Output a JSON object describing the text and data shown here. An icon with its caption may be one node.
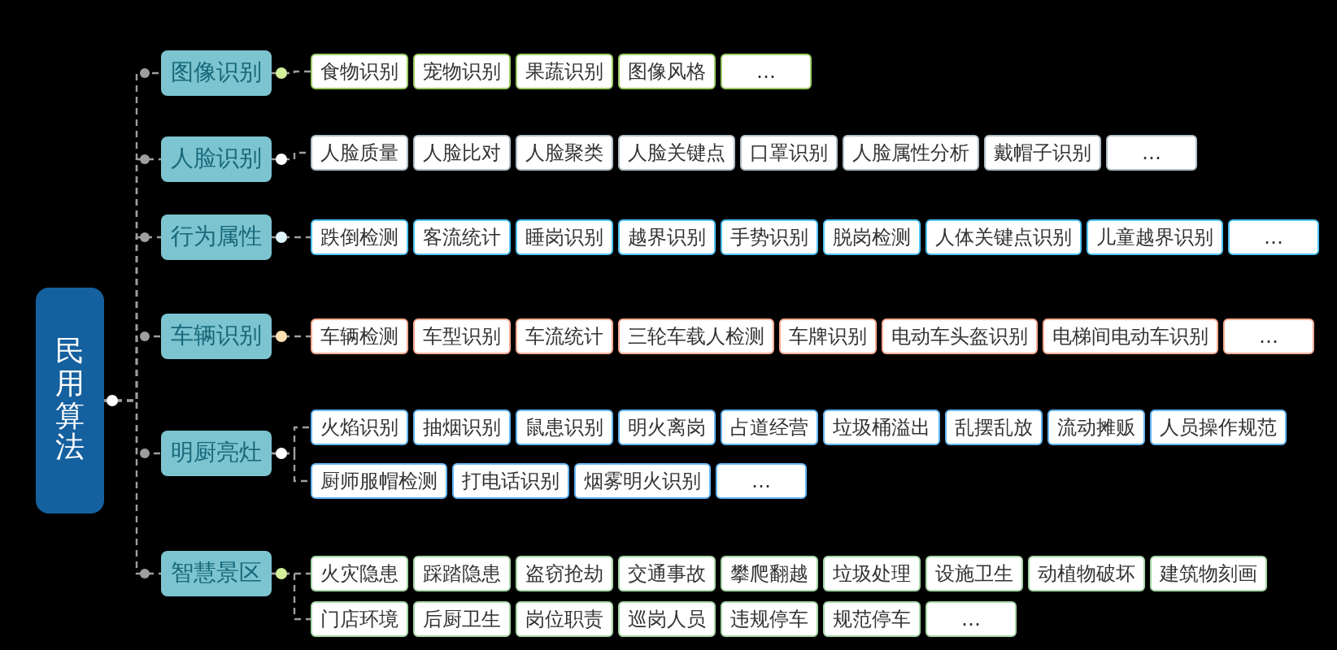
{
  "diagram": {
    "nodes": [
      {
        "text": [
          "民用算法"
        ]
      },
      {
        "text": [
          "图像识别"
        ]
      },
      {
        "text": [
          "食物识别"
        ]
      },
      {
        "text": [
          "宠物识别"
        ]
      },
      {
        "text": [
          "果蔬识别"
        ]
      },
      {
        "text": [
          "图像风格"
        ]
      },
      {
        "text": [
          "…"
        ]
      },
      {
        "text": [
          "人脸识别"
        ]
      },
      {
        "text": [
          "人脸质量"
        ]
      },
      {
        "text": [
          "人脸比对"
        ]
      },
      {
        "text": [
          "人脸聚类"
        ]
      },
      {
        "text": [
          "人脸关键点"
        ]
      },
      {
        "text": [
          "口罩识别"
        ]
      },
      {
        "text": [
          "人脸属性分析"
        ]
      },
      {
        "text": [
          "戴帽子识别"
        ]
      },
      {
        "text": [
          "…"
        ]
      },
      {
        "text": [
          "行为属性"
        ]
      },
      {
        "text": [
          "跌倒检测"
        ]
      },
      {
        "text": [
          "客流统计"
        ]
      },
      {
        "text": [
          "睡岗识别"
        ]
      },
      {
        "text": [
          "越界识别"
        ]
      },
      {
        "text": [
          "手势识别"
        ]
      },
      {
        "text": [
          "脱岗检测"
        ]
      },
      {
        "text": [
          "人体关键点识别"
        ]
      },
      {
        "text": [
          "儿童越界识别"
        ]
      },
      {
        "text": [
          "…"
        ]
      },
      {
        "text": [
          "车辆识别"
        ]
      },
      {
        "text": [
          "车辆检测"
        ]
      },
      {
        "text": [
          "车型识别"
        ]
      },
      {
        "text": [
          "车流统计"
        ]
      },
      {
        "text": [
          "三轮车载人检测"
        ]
      },
      {
        "text": [
          "车牌识别"
        ]
      },
      {
        "text": [
          "电动车头盔识别"
        ]
      },
      {
        "text": [
          "电梯间电动车识别"
        ]
      },
      {
        "text": [
          "…"
        ]
      },
      {
        "text": [
          "明厨亮灶"
        ]
      },
      {
        "text": [
          "火焰识别"
        ]
      },
      {
        "text": [
          "抽烟识别"
        ]
      },
      {
        "text": [
          "鼠患识别"
        ]
      },
      {
        "text": [
          "明火离岗"
        ]
      },
      {
        "text": [
          "占道经营"
        ]
      },
      {
        "text": [
          "垃圾桶溢出"
        ]
      },
      {
        "text": [
          "乱摆乱放"
        ]
      },
      {
        "text": [
          "流动摊贩"
        ]
      },
      {
        "text": [
          "人员操作规范"
        ]
      },
      {
        "text": [
          "厨师服帽检测"
        ]
      },
      {
        "text": [
          "打电话识别"
        ]
      },
      {
        "text": [
          "烟雾明火识别"
        ]
      },
      {
        "text": [
          "…"
        ]
      },
      {
        "text": [
          "智慧景区"
        ]
      },
      {
        "text": [
          "火灾隐患"
        ]
      },
      {
        "text": [
          "踩踏隐患"
        ]
      },
      {
        "text": [
          "盗窃抢劫"
        ]
      },
      {
        "text": [
          "交通事故"
        ]
      },
      {
        "text": [
          "攀爬翻越"
        ]
      },
      {
        "text": [
          "垃圾处理"
        ]
      },
      {
        "text": [
          "设施卫生"
        ]
      },
      {
        "text": [
          "动植物破坏"
        ]
      },
      {
        "text": [
          "建筑物刻画"
        ]
      },
      {
        "text": [
          "门店环境"
        ]
      },
      {
        "text": [
          "后厨卫生"
        ]
      },
      {
        "text": [
          "岗位职责"
        ]
      },
      {
        "text": [
          "巡岗人员"
        ]
      },
      {
        "text": [
          "违规停车"
        ]
      },
      {
        "text": [
          "规范停车"
        ]
      },
      {
        "text": [
          "…"
        ]
      }
    ],
    "edges": [
      {
        "from": 0,
        "to": 1,
        "arrow": "none"
      },
      {
        "from": 0,
        "to": 7,
        "arrow": "none"
      },
      {
        "from": 0,
        "to": 16,
        "arrow": "none"
      },
      {
        "from": 0,
        "to": 26,
        "arrow": "none"
      },
      {
        "from": 0,
        "to": 35,
        "arrow": "none"
      },
      {
        "from": 0,
        "to": 49,
        "arrow": "none"
      },
      {
        "from": 1,
        "to": 2,
        "arrow": "none"
      },
      {
        "from": 7,
        "to": 8,
        "arrow": "none"
      },
      {
        "from": 16,
        "to": 17,
        "arrow": "none"
      },
      {
        "from": 26,
        "to": 27,
        "arrow": "none"
      },
      {
        "from": 35,
        "to": 36,
        "arrow": "none"
      },
      {
        "from": 35,
        "to": 45,
        "arrow": "none"
      },
      {
        "from": 49,
        "to": 50,
        "arrow": "none"
      },
      {
        "from": 49,
        "to": 59,
        "arrow": "none"
      }
    ]
  }
}
